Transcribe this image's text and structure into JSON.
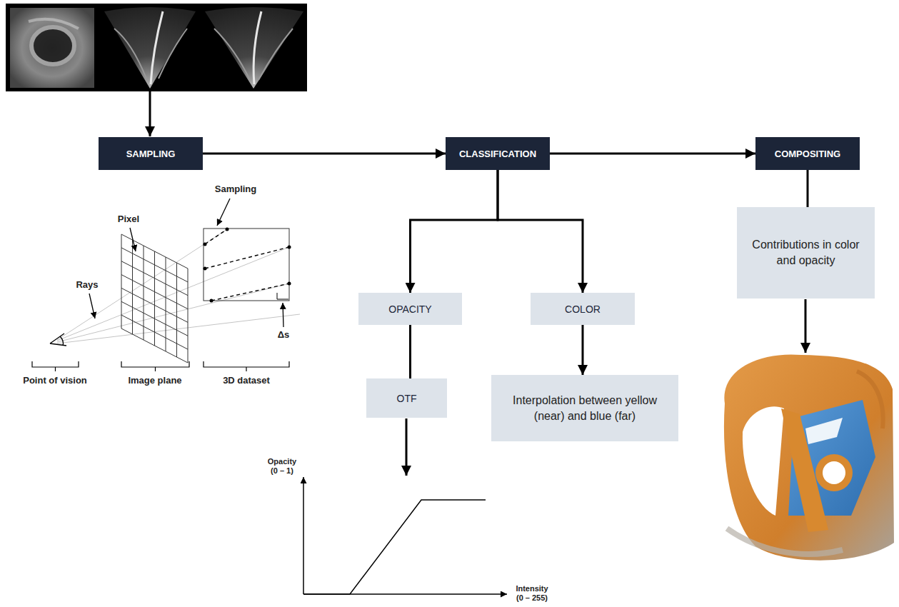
{
  "diagram": {
    "nodes": [
      {
        "text": [
          "SAMPLING"
        ]
      },
      {
        "text": [
          "CLASSIFICATION"
        ]
      },
      {
        "text": [
          "COMPOSITING"
        ]
      },
      {
        "text": [
          "OPACITY"
        ]
      },
      {
        "text": [
          "COLOR"
        ]
      },
      {
        "text": [
          "OTF"
        ]
      },
      {
        "text": [
          "Interpolation between yellow (near) and blue (far)"
        ]
      },
      {
        "text": [
          "Contributions in color and opacity"
        ]
      }
    ],
    "edges": [
      {
        "from": 0,
        "to": 1,
        "arrow": "to"
      },
      {
        "from": 1,
        "to": 2,
        "arrow": "to"
      },
      {
        "from": 1,
        "to": 3,
        "arrow": "to"
      },
      {
        "from": 1,
        "to": 4,
        "arrow": "to"
      },
      {
        "from": 3,
        "to": 5,
        "arrow": "none"
      },
      {
        "from": 4,
        "to": 6,
        "arrow": "to"
      },
      {
        "from": 2,
        "to": 7,
        "arrow": "none"
      }
    ],
    "labels": [
      "Sampling",
      "Pixel",
      "Rays",
      "Δs",
      "Point of vision",
      "Image plane",
      "3D dataset",
      "Opacity (0 – 1)",
      "Intensity (0 – 255)"
    ]
  }
}
